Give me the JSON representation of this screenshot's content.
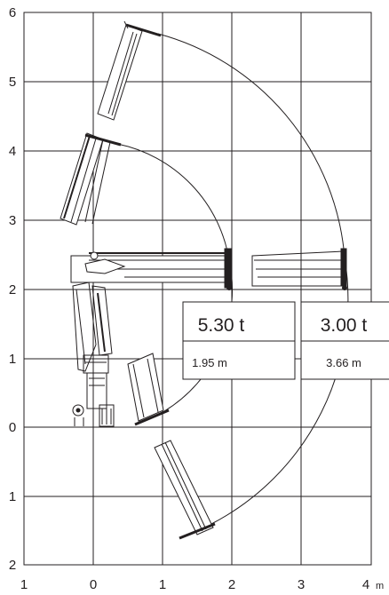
{
  "diagram": {
    "y_axis_ticks": [
      "6",
      "5",
      "4",
      "3",
      "2",
      "1",
      "0",
      "1",
      "2"
    ],
    "x_axis_ticks": [
      "1",
      "0",
      "1",
      "2",
      "3",
      "4"
    ],
    "x_axis_unit": "m",
    "capacities": [
      {
        "load": "5.30 t",
        "reach": "1.95 m"
      },
      {
        "load": "3.00 t",
        "reach": "3.66 m"
      }
    ],
    "colors": {
      "line": "#231f20",
      "grid": "#231f20",
      "background": "#ffffff",
      "boom_fill": "#e6e6e6"
    }
  }
}
